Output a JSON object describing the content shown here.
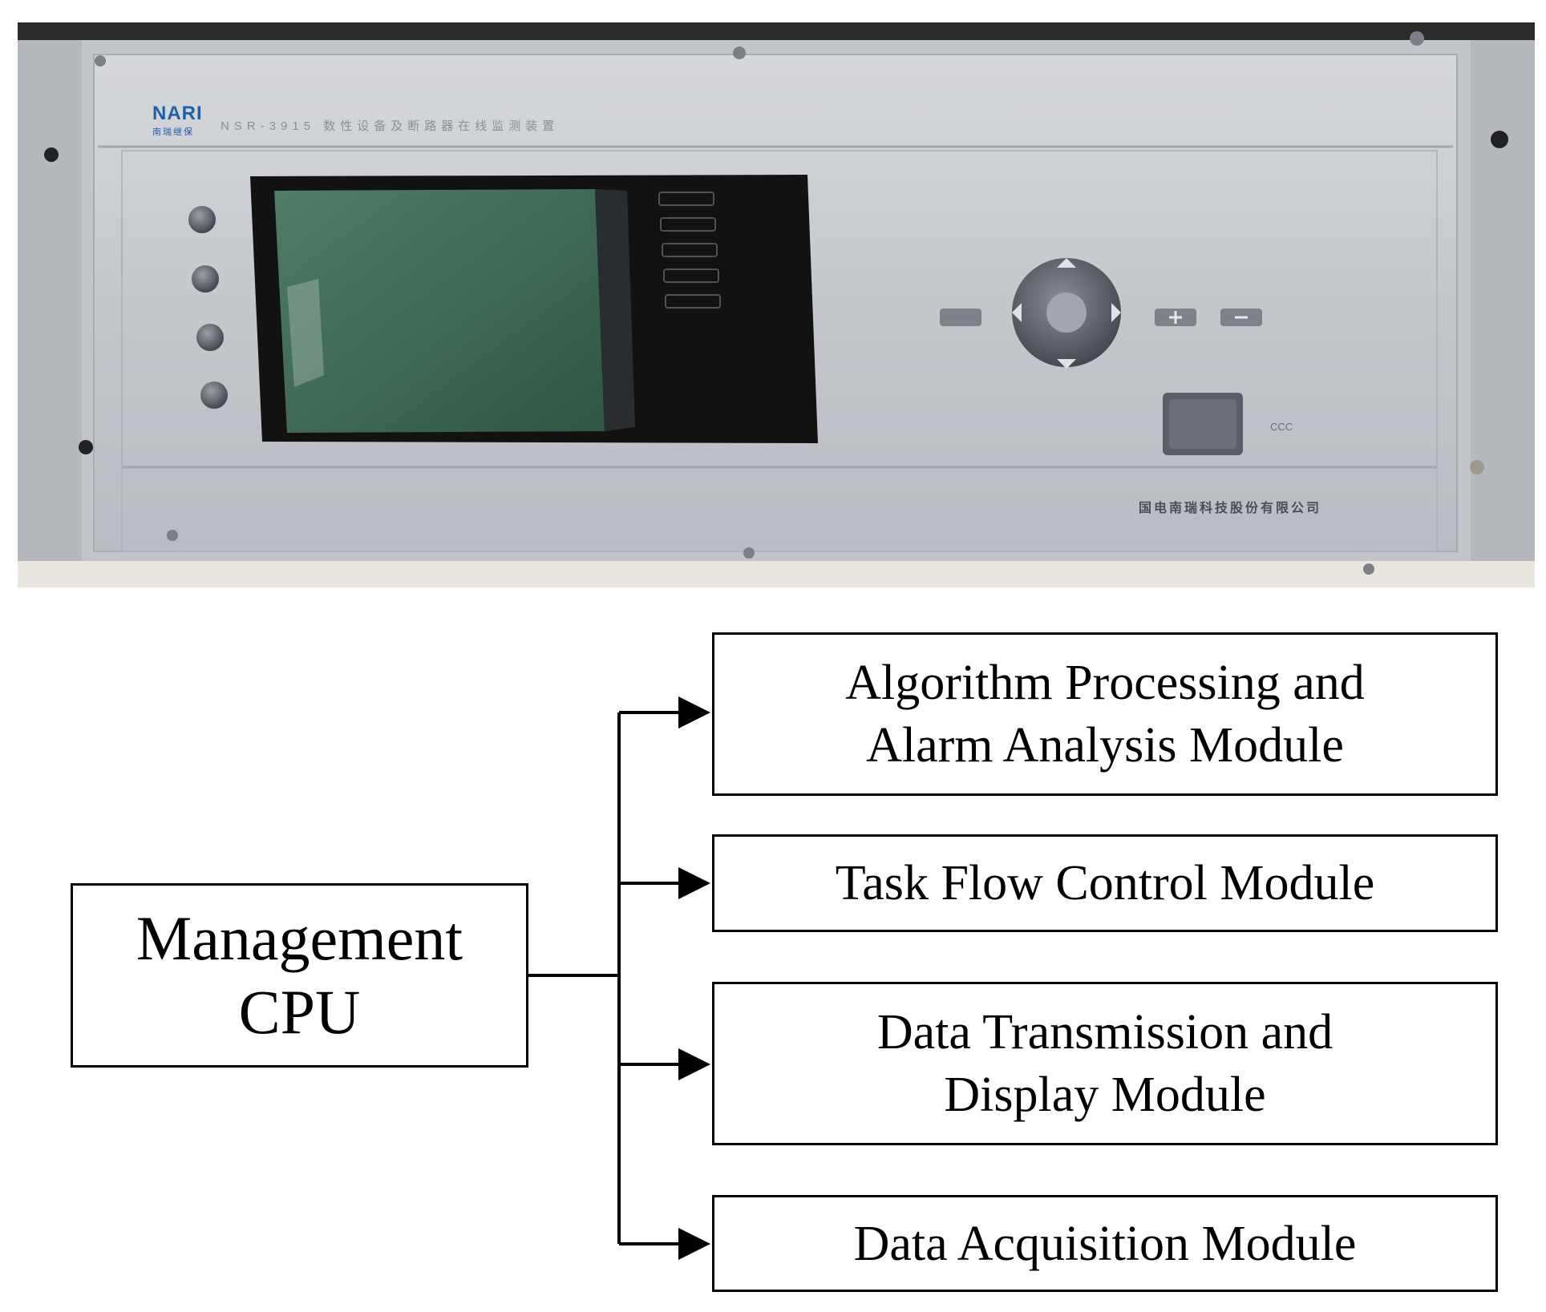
{
  "device_photo": {
    "brand": "NARI",
    "brand_sub": "南瑞继保",
    "model_text": "NSR-3915 数性设备及断路器在线监测装置",
    "maker_text": "国电南瑞科技股份有限公司",
    "ce_mark": "CCC",
    "colors": {
      "panel": "#c9ccd1",
      "screen": "#3f6a55",
      "frame": "#141414"
    }
  },
  "diagram": {
    "source": {
      "label": "Management\nCPU"
    },
    "modules": [
      {
        "label": "Algorithm Processing and\nAlarm Analysis Module"
      },
      {
        "label": "Task Flow Control Module"
      },
      {
        "label": "Data Transmission and\nDisplay Module"
      },
      {
        "label": "Data Acquisition Module"
      }
    ],
    "line_color": "#000000"
  }
}
